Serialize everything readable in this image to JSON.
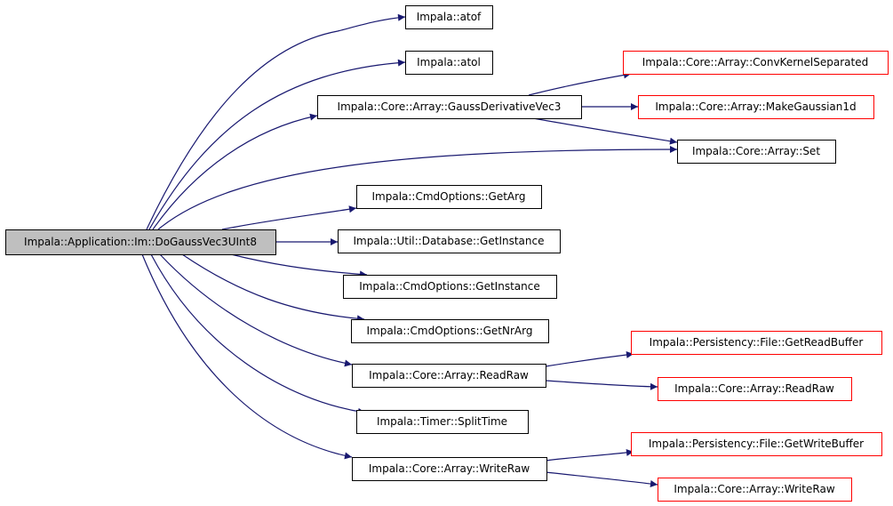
{
  "colors": {
    "edge": "#191970",
    "border_default": "#000000",
    "border_external": "#ff0000",
    "root_fill": "#bfbfbf",
    "node_fill": "#ffffff"
  },
  "nodes": [
    {
      "id": "root",
      "label": "Impala::Application::Im::DoGaussVec3UInt8",
      "kind": "root"
    },
    {
      "id": "atof",
      "label": "Impala::atof",
      "kind": "normal"
    },
    {
      "id": "atol",
      "label": "Impala::atol",
      "kind": "normal"
    },
    {
      "id": "gaussderiv",
      "label": "Impala::Core::Array::GaussDerivativeVec3",
      "kind": "normal"
    },
    {
      "id": "convkernel",
      "label": "Impala::Core::Array::ConvKernelSeparated",
      "kind": "external"
    },
    {
      "id": "makegauss",
      "label": "Impala::Core::Array::MakeGaussian1d",
      "kind": "external"
    },
    {
      "id": "set",
      "label": "Impala::Core::Array::Set",
      "kind": "normal"
    },
    {
      "id": "getarg",
      "label": "Impala::CmdOptions::GetArg",
      "kind": "normal"
    },
    {
      "id": "dbinst",
      "label": "Impala::Util::Database::GetInstance",
      "kind": "normal"
    },
    {
      "id": "cmdinst",
      "label": "Impala::CmdOptions::GetInstance",
      "kind": "normal"
    },
    {
      "id": "getnrarg",
      "label": "Impala::CmdOptions::GetNrArg",
      "kind": "normal"
    },
    {
      "id": "readraw",
      "label": "Impala::Core::Array::ReadRaw",
      "kind": "normal"
    },
    {
      "id": "getreadbuf",
      "label": "Impala::Persistency::File::GetReadBuffer",
      "kind": "external"
    },
    {
      "id": "readraw2",
      "label": "Impala::Core::Array::ReadRaw",
      "kind": "external"
    },
    {
      "id": "splittime",
      "label": "Impala::Timer::SplitTime",
      "kind": "normal"
    },
    {
      "id": "writeraw",
      "label": "Impala::Core::Array::WriteRaw",
      "kind": "normal"
    },
    {
      "id": "getwritebuf",
      "label": "Impala::Persistency::File::GetWriteBuffer",
      "kind": "external"
    },
    {
      "id": "writeraw2",
      "label": "Impala::Core::Array::WriteRaw",
      "kind": "external"
    }
  ],
  "edges": [
    {
      "from": "root",
      "to": "atof"
    },
    {
      "from": "root",
      "to": "atol"
    },
    {
      "from": "root",
      "to": "gaussderiv"
    },
    {
      "from": "root",
      "to": "set"
    },
    {
      "from": "root",
      "to": "getarg"
    },
    {
      "from": "root",
      "to": "dbinst"
    },
    {
      "from": "root",
      "to": "cmdinst"
    },
    {
      "from": "root",
      "to": "getnrarg"
    },
    {
      "from": "root",
      "to": "readraw"
    },
    {
      "from": "root",
      "to": "splittime"
    },
    {
      "from": "root",
      "to": "writeraw"
    },
    {
      "from": "gaussderiv",
      "to": "convkernel"
    },
    {
      "from": "gaussderiv",
      "to": "makegauss"
    },
    {
      "from": "gaussderiv",
      "to": "set"
    },
    {
      "from": "readraw",
      "to": "getreadbuf"
    },
    {
      "from": "readraw",
      "to": "readraw2"
    },
    {
      "from": "writeraw",
      "to": "getwritebuf"
    },
    {
      "from": "writeraw",
      "to": "writeraw2"
    }
  ]
}
